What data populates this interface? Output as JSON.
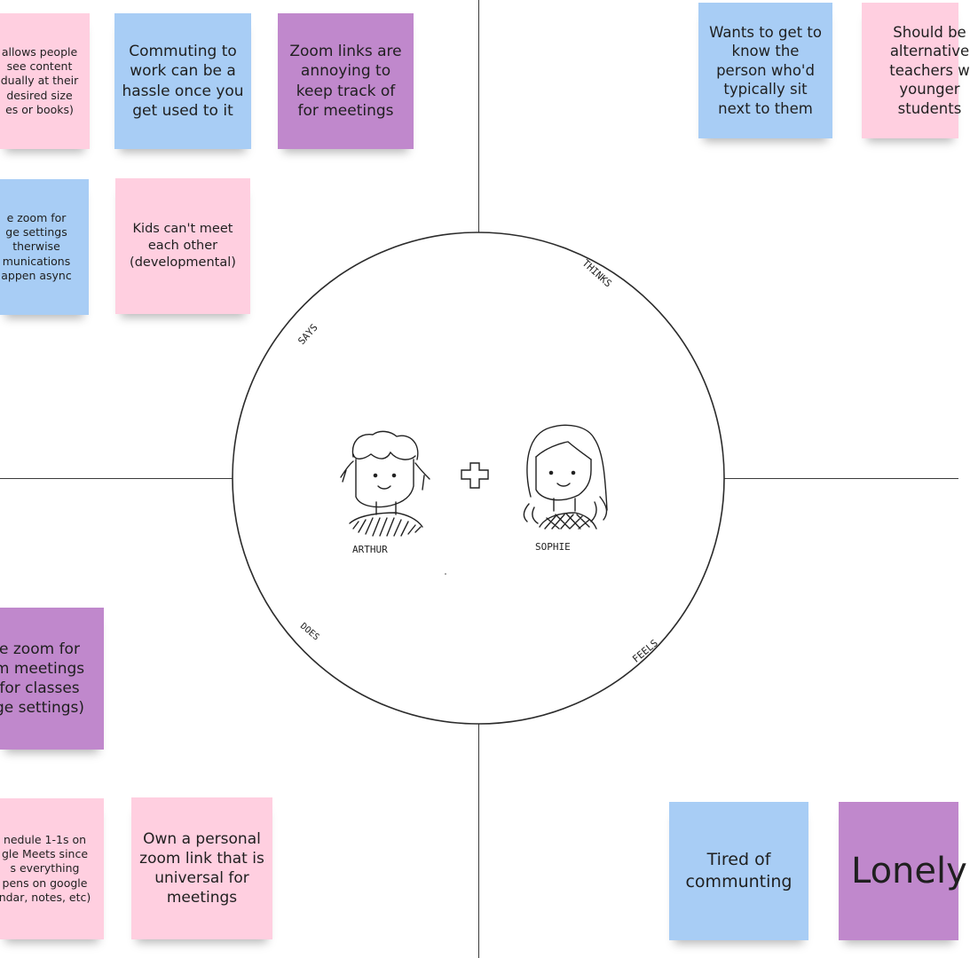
{
  "quadrant_labels": {
    "says": "SAYS",
    "thinks": "THINKS",
    "does": "DOES",
    "feels": "FEELS"
  },
  "personas": {
    "first": "ARTHUR",
    "second": "SOPHIE",
    "joiner": "+"
  },
  "colors": {
    "pink": "#ffcfe0",
    "blue": "#a8cdf5",
    "purple": "#c088cc"
  },
  "stickies": {
    "says_1": "allows people\nsee content\ndually at their\ndesired size\nes or books)",
    "says_2": "Commuting to work can be a hassle once you get used to it",
    "says_3": "Zoom links are annoying to keep track of for meetings",
    "says_4": "e zoom for\nge settings\ntherwise\nmunications\nappen async",
    "says_5": "Kids can't meet each other (developmental)",
    "thinks_1": "Wants to get to know the person who'd typically sit next to them",
    "thinks_2": "Should be\nalternative\nteachers w\nyounger\nstudents",
    "does_1": "e zoom for\nm meetings\nfor classes\nge settings)",
    "does_2": "nedule 1-1s on\ngle Meets since\ns everything\npens on google\nndar, notes, etc)",
    "does_3": "Own a personal zoom link that is universal for meetings",
    "feels_1": "Tired of communting",
    "feels_2": "Lonely"
  }
}
